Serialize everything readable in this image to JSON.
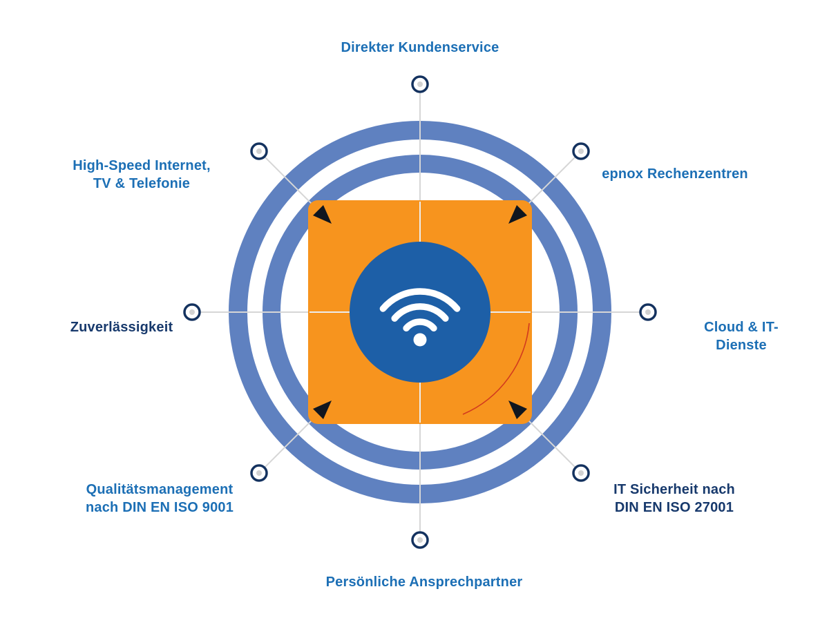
{
  "diagram": {
    "title": "",
    "center_icon": "wifi-icon",
    "labels": [
      {
        "id": "direkter-kundenservice",
        "text": "Direkter Kundenservice",
        "color": "blue"
      },
      {
        "id": "high-speed-internet",
        "text": "High-Speed Internet,\nTV & Telefonie",
        "color": "blue"
      },
      {
        "id": "epnox-rechenzentren",
        "text": "epnox Rechenzentren",
        "color": "blue"
      },
      {
        "id": "zuverlaessigkeit",
        "text": "Zuverlässigkeit",
        "color": "navy"
      },
      {
        "id": "cloud-it-dienste",
        "text": "Cloud & IT-Dienste",
        "color": "blue"
      },
      {
        "id": "qualitaetsmanagement",
        "text": "Qualitätsmanagement\nnach DIN EN ISO 9001",
        "color": "blue"
      },
      {
        "id": "it-sicherheit",
        "text": "IT Sicherheit nach\nDIN EN ISO 27001",
        "color": "navy"
      },
      {
        "id": "persoenliche-ansprechpartner",
        "text": "Persönliche Ansprechpartner",
        "color": "blue"
      }
    ]
  },
  "icons": {
    "center": "wifi-icon",
    "spoke_end": "node-dot"
  },
  "colors": {
    "label-blue": "#1c6fb5",
    "label-navy": "#17396c",
    "accent-orange": "#f7941e",
    "hub-blue": "#1d5fa7",
    "ring-blue": "#5f81c0",
    "node-navy": "#14325f",
    "node-gray": "#d2d2d2",
    "spoke-gray": "#d6d6d6",
    "overlay-line": "#ededed",
    "arrow-dark": "#10161f",
    "red-arc": "#d23a1e"
  }
}
